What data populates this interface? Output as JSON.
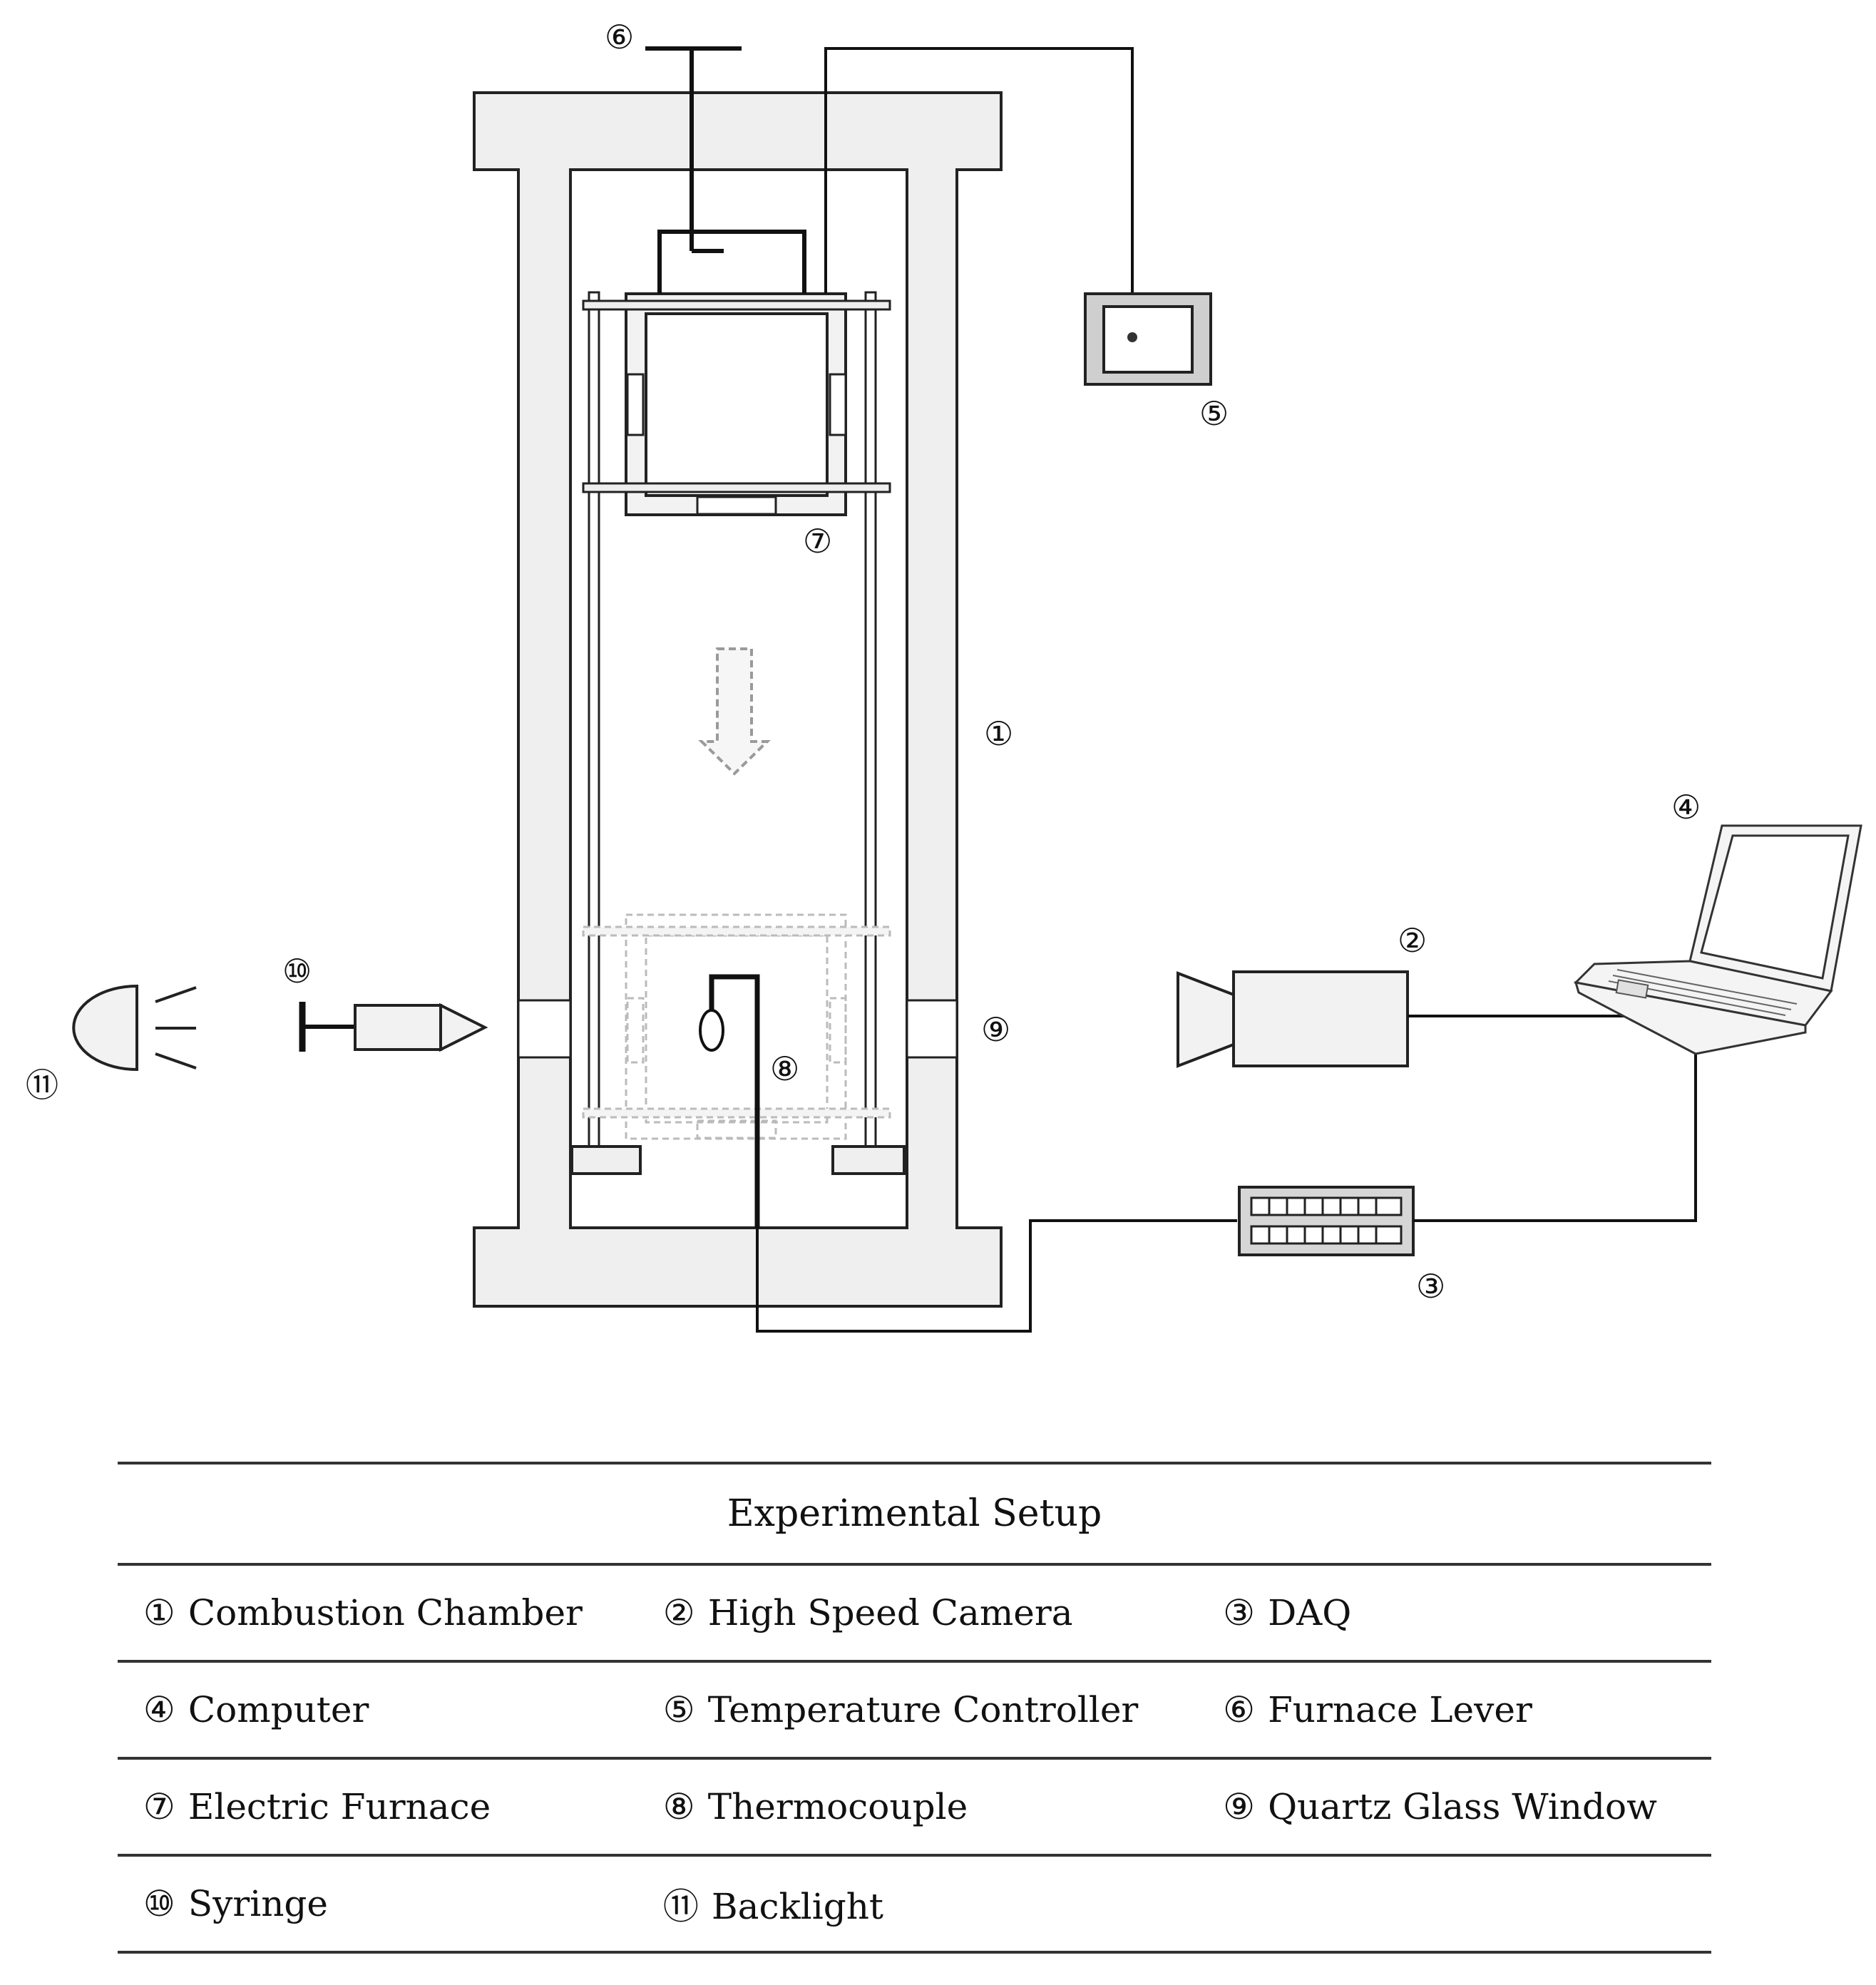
{
  "diagram": {
    "markers": [
      "①",
      "②",
      "③",
      "④",
      "⑤",
      "⑥",
      "⑦",
      "⑧",
      "⑨",
      "⑩",
      "⑪"
    ]
  },
  "legend": {
    "title": "Experimental Setup",
    "rows": [
      [
        {
          "num": "①",
          "label": "Combustion Chamber"
        },
        {
          "num": "②",
          "label": "High Speed Camera"
        },
        {
          "num": "③",
          "label": "DAQ"
        }
      ],
      [
        {
          "num": "④",
          "label": "Computer"
        },
        {
          "num": "⑤",
          "label": "Temperature Controller"
        },
        {
          "num": "⑥",
          "label": "Furnace Lever"
        }
      ],
      [
        {
          "num": "⑦",
          "label": "Electric Furnace"
        },
        {
          "num": "⑧",
          "label": "Thermocouple"
        },
        {
          "num": "⑨",
          "label": "Quartz Glass Window"
        }
      ],
      [
        {
          "num": "⑩",
          "label": "Syringe"
        },
        {
          "num": "⑪",
          "label": "Backlight"
        }
      ]
    ]
  }
}
